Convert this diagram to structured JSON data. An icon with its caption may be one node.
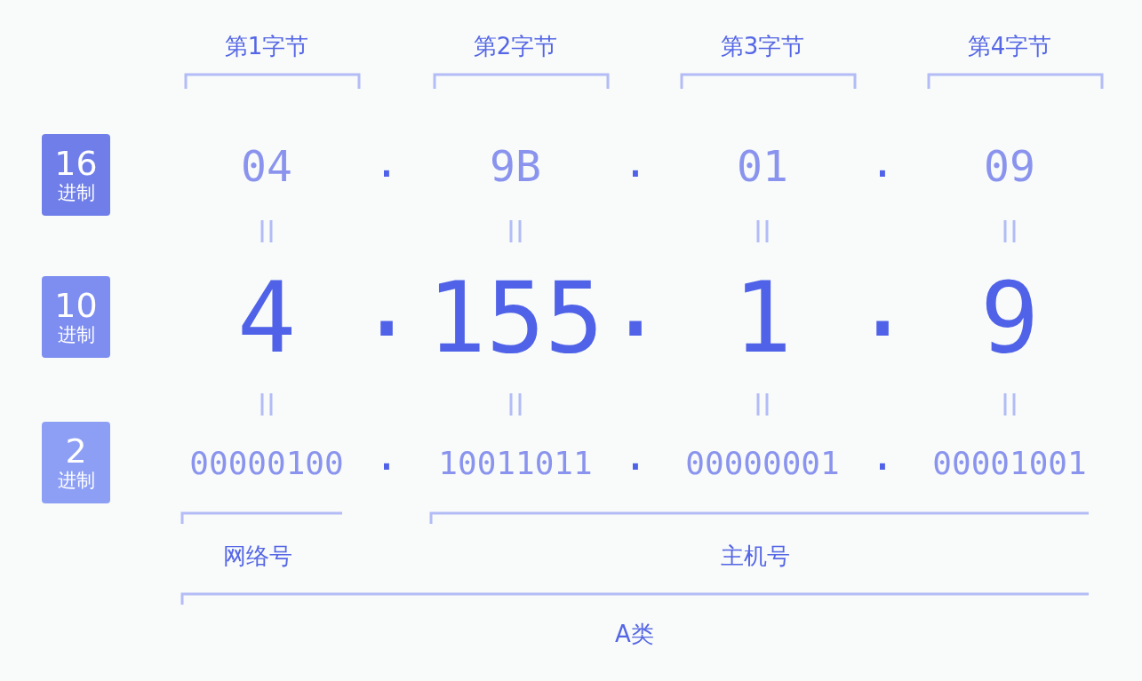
{
  "diagram": {
    "nodes": [
      {
        "text": [
          "16",
          "进制"
        ]
      },
      {
        "text": [
          "10",
          "进制"
        ]
      },
      {
        "text": [
          "2",
          "进制"
        ]
      }
    ],
    "labels": [
      "第1字节",
      "第2字节",
      "第3字节",
      "第4字节",
      "04",
      ".",
      "9B",
      ".",
      "01",
      ".",
      "09",
      "4",
      ".",
      "155",
      ".",
      "1",
      ".",
      "9",
      "00000100",
      ".",
      "10011011",
      ".",
      "00000001",
      ".",
      "00001001",
      "网络号",
      "主机号",
      "A类"
    ]
  }
}
